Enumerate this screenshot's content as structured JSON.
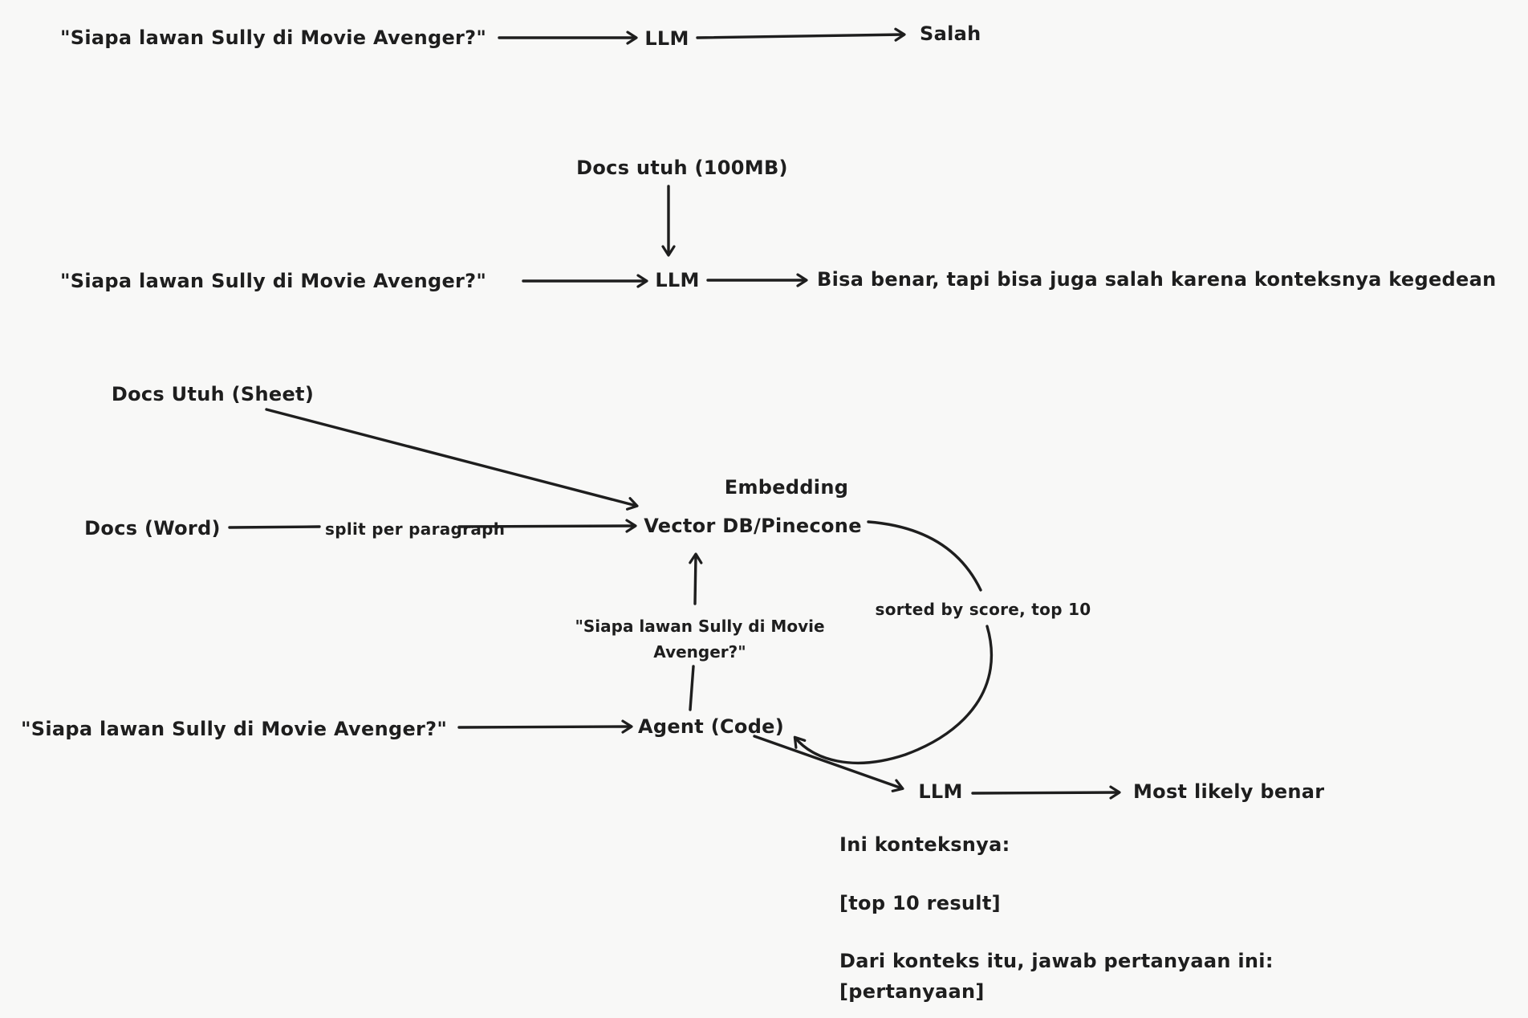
{
  "canvas": {
    "background_color": "#f8f8f7",
    "ink_color": "#1e1e1e"
  },
  "flow_no_context": {
    "question": "\"Siapa lawan Sully di Movie Avenger?\"",
    "llm": "LLM",
    "result": "Salah"
  },
  "flow_full_context": {
    "docs": "Docs utuh (100MB)",
    "question": "\"Siapa lawan Sully di Movie Avenger?\"",
    "llm": "LLM",
    "result": "Bisa benar, tapi bisa juga salah karena konteksnya kegedean"
  },
  "flow_rag": {
    "docs_sheet": "Docs Utuh (Sheet)",
    "docs_word": "Docs (Word)",
    "split_label": "split per paragraph",
    "embedding_label": "Embedding",
    "vector_db": "Vector DB/Pinecone",
    "query_line1": "\"Siapa lawan Sully di Movie",
    "query_line2": "Avenger?\"",
    "question": "\"Siapa lawan Sully di Movie Avenger?\"",
    "agent": "Agent (Code)",
    "sorted_label": "sorted by score, top 10",
    "llm": "LLM",
    "result": "Most likely benar",
    "prompt_line1": "Ini konteksnya:",
    "prompt_line2": "[top 10 result]",
    "prompt_line3": "Dari konteks itu, jawab pertanyaan ini:",
    "prompt_line4": "[pertanyaan]"
  }
}
